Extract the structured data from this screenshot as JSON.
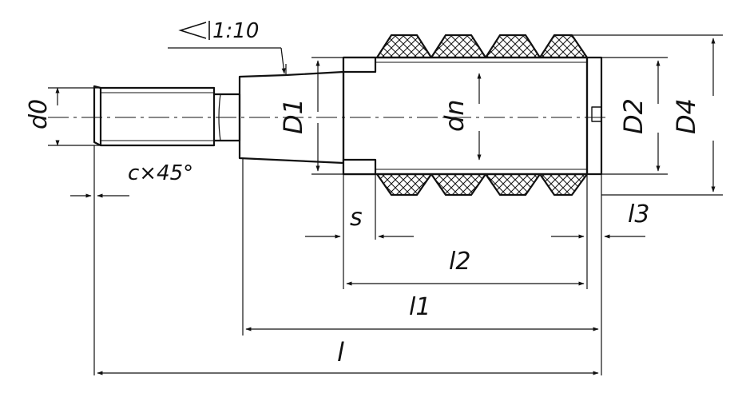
{
  "labels": {
    "taper": "1:10",
    "d0": "d0",
    "D1": "D1",
    "dn": "dn",
    "D2": "D2",
    "D4": "D4",
    "chamfer": "c×45°",
    "s": "s",
    "l3": "l3",
    "l2": "l2",
    "l1": "l1",
    "l": "l"
  },
  "colors": {
    "ink": "#111111",
    "paper": "#ffffff"
  },
  "icons": {
    "taper": "taper-symbol-icon",
    "hatch": "crosshatch-pattern"
  }
}
